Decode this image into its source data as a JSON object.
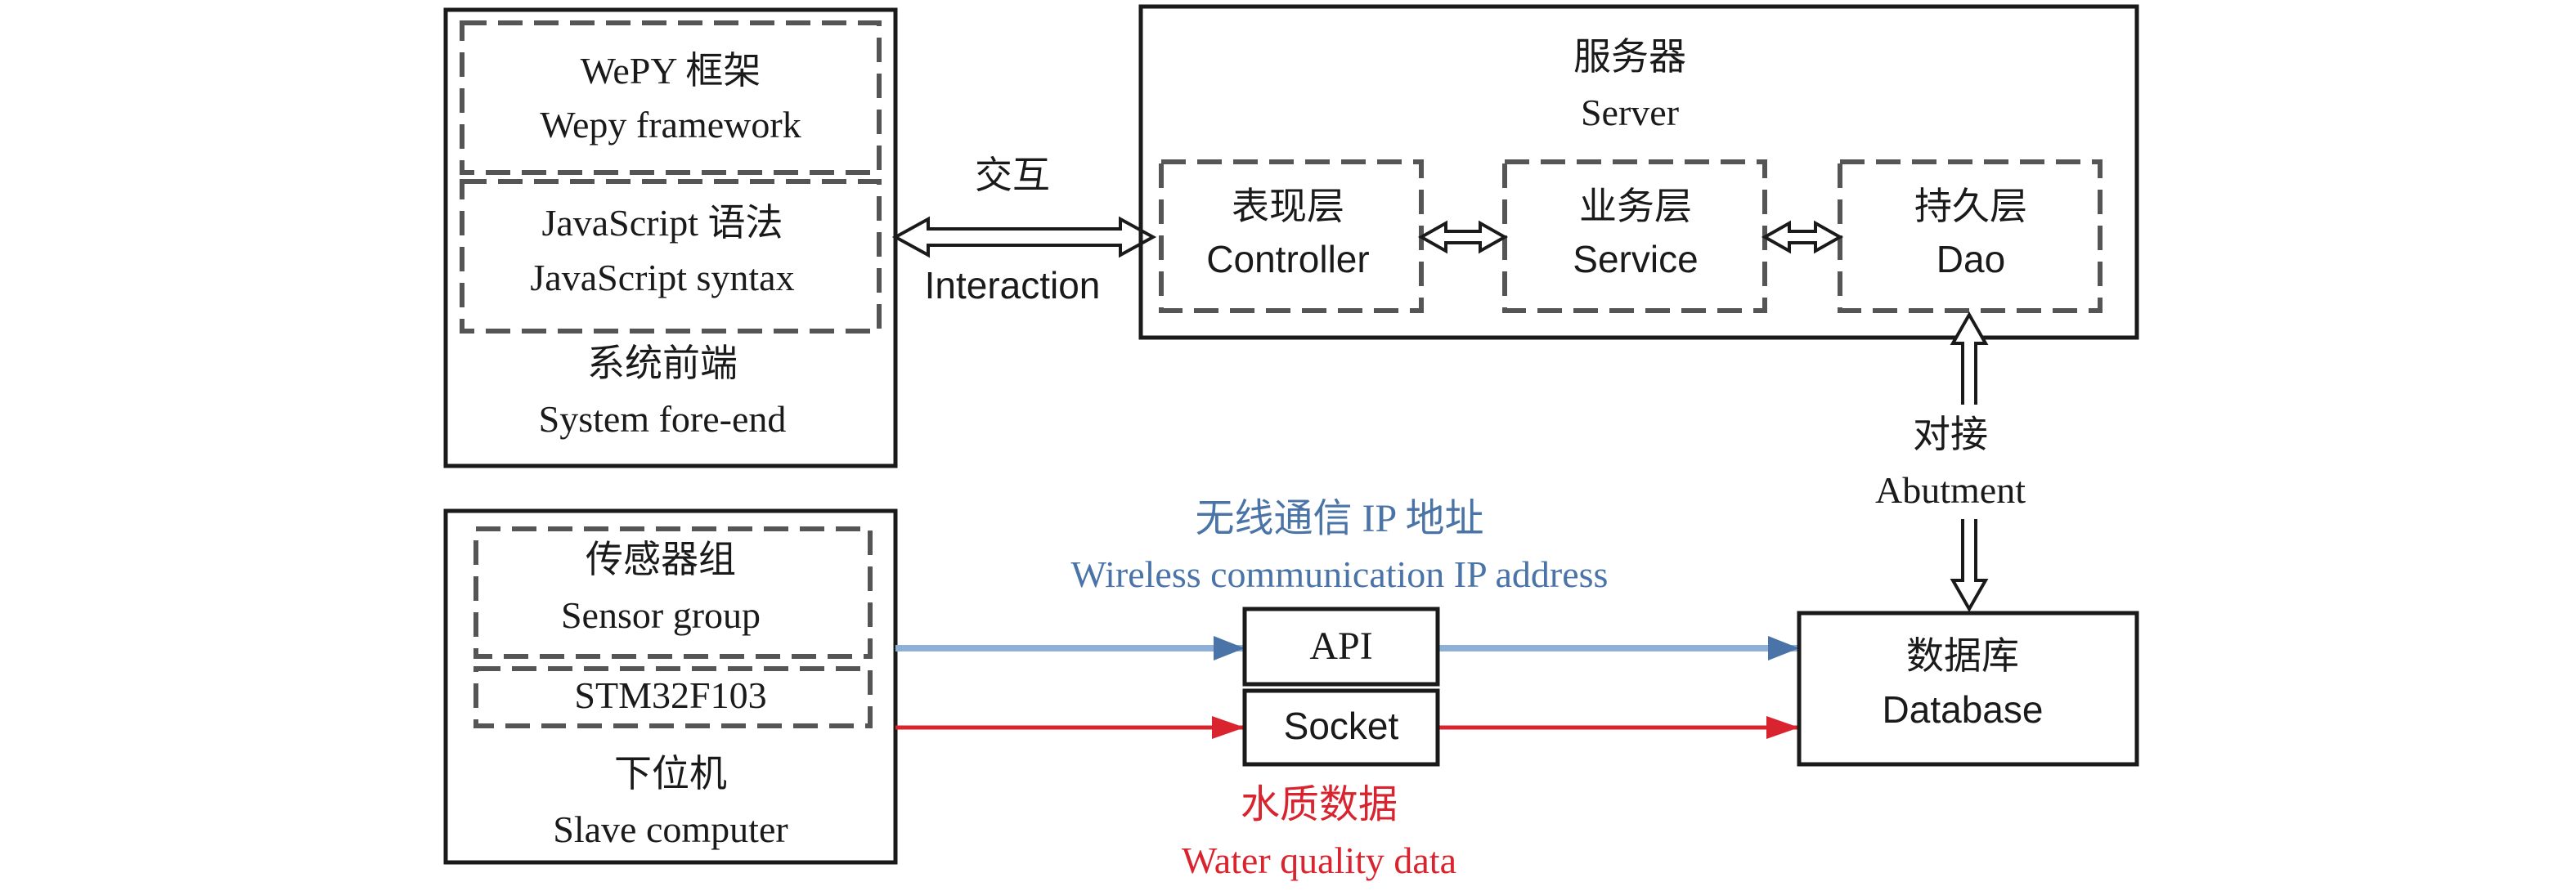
{
  "colors": {
    "black": "#1a1a1a",
    "box_dash": "#555555",
    "blue": "#4a74a8",
    "blue_line": "#8fb0d6",
    "red": "#d9232e"
  },
  "frontend": {
    "wepy_zh": "WePY 框架",
    "wepy_en": "Wepy framework",
    "js_zh": "JavaScript 语法",
    "js_en": "JavaScript syntax",
    "title_zh": "系统前端",
    "title_en": "System fore-end"
  },
  "interaction": {
    "zh": "交互",
    "en": "Interaction"
  },
  "server": {
    "title_zh": "服务器",
    "title_en": "Server",
    "controller_zh": "表现层",
    "controller_en": "Controller",
    "service_zh": "业务层",
    "service_en": "Service",
    "dao_zh": "持久层",
    "dao_en": "Dao"
  },
  "abutment": {
    "zh": "对接",
    "en": "Abutment"
  },
  "slave": {
    "sensor_zh": "传感器组",
    "sensor_en": "Sensor group",
    "mcu": "STM32F103",
    "title_zh": "下位机",
    "title_en": "Slave computer"
  },
  "wireless": {
    "zh": "无线通信 IP 地址",
    "en": "Wireless communication IP address"
  },
  "api_label": "API",
  "socket_label": "Socket",
  "water": {
    "zh": "水质数据",
    "en": "Water quality data"
  },
  "database": {
    "zh": "数据库",
    "en": "Database"
  }
}
